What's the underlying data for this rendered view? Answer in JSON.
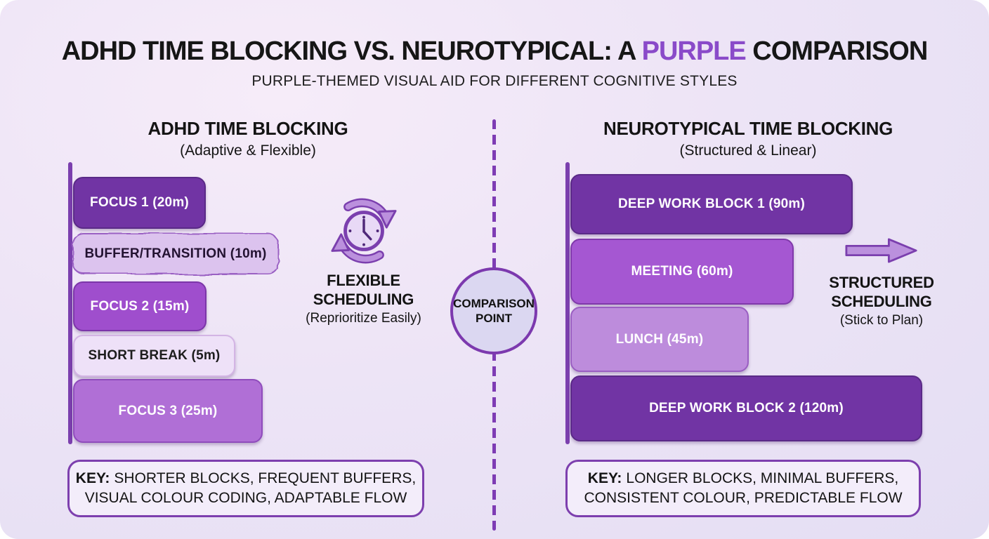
{
  "colors": {
    "accent_purple": "#8a4ac9",
    "dark_block": "#7134a4",
    "divider_dash": "#7e3cb4",
    "timeline_axis": "#7b3fae",
    "icon_fill": "#bb90dd",
    "icon_stroke": "#7b3fae",
    "canvas_bg_start": "#f6ecf9",
    "canvas_bg_end": "#e4def3",
    "key_box_bg": "#f3edfa",
    "key_box_border": "#7d3fae"
  },
  "header": {
    "title_prefix": "ADHD TIME BLOCKING VS. NEUROTYPICAL: A ",
    "title_highlight": "PURPLE",
    "title_suffix": " COMPARISON",
    "highlight_color": "#8a4ac9",
    "subtitle": "PURPLE-THEMED VISUAL AID FOR DIFFERENT COGNITIVE STYLES"
  },
  "left_panel": {
    "title": "ADHD TIME BLOCKING",
    "subtitle": "(Adaptive & Flexible)",
    "blocks": [
      {
        "label": "FOCUS 1 (20m)",
        "duration_min": 20,
        "bg": "#7134a4",
        "border": "#5a2a87",
        "text_color": "#ffffff"
      },
      {
        "label": "BUFFER/TRANSITION (10m)",
        "duration_min": 10,
        "bg": "#dcc3ee",
        "border": "#9a60c3",
        "text_color": "#231231",
        "style": "wavy"
      },
      {
        "label": "FOCUS 2 (15m)",
        "duration_min": 15,
        "bg": "#9f4ecd",
        "border": "#7c36a9",
        "text_color": "#ffffff"
      },
      {
        "label": "SHORT BREAK (5m)",
        "duration_min": 5,
        "bg": "#eee1f8",
        "border": "#d3b4e4",
        "text_color": "#1d1d1d"
      },
      {
        "label": "FOCUS 3 (25m)",
        "duration_min": 25,
        "bg": "#b06fd6",
        "border": "#8f4cbc",
        "text_color": "#ffffff"
      }
    ],
    "annotation": {
      "icon": "cycle-clock-icon",
      "title_line1": "FLEXIBLE",
      "title_line2": "SCHEDULING",
      "subtitle": "(Reprioritize Easily)"
    },
    "key": {
      "label": "KEY:",
      "line1": "SHORTER BLOCKS, FREQUENT BUFFERS,",
      "line2": "VISUAL COLOUR CODING, ADAPTABLE FLOW"
    }
  },
  "right_panel": {
    "title": "NEUROTYPICAL TIME BLOCKING",
    "subtitle": "(Structured & Linear)",
    "blocks": [
      {
        "label": "DEEP WORK BLOCK 1 (90m)",
        "duration_min": 90,
        "bg": "#7134a4",
        "border": "#5a2a87",
        "text_color": "#ffffff"
      },
      {
        "label": "MEETING (60m)",
        "duration_min": 60,
        "bg": "#a557d2",
        "border": "#8039ab",
        "text_color": "#ffffff"
      },
      {
        "label": "LUNCH (45m)",
        "duration_min": 45,
        "bg": "#bd8cdc",
        "border": "#9a5fc2",
        "text_color": "#ffffff"
      },
      {
        "label": "DEEP WORK BLOCK 2 (120m)",
        "duration_min": 120,
        "bg": "#7134a4",
        "border": "#5a2a87",
        "text_color": "#ffffff"
      }
    ],
    "annotation": {
      "icon": "right-arrow-icon",
      "title_line1": "STRUCTURED",
      "title_line2": "SCHEDULING",
      "subtitle": "(Stick to Plan)"
    },
    "key": {
      "label": "KEY:",
      "line1": "LONGER BLOCKS, MINIMAL BUFFERS,",
      "line2": "CONSISTENT COLOUR, PREDICTABLE FLOW"
    }
  },
  "center": {
    "line1": "COMPARISON",
    "line2": "POINT"
  }
}
